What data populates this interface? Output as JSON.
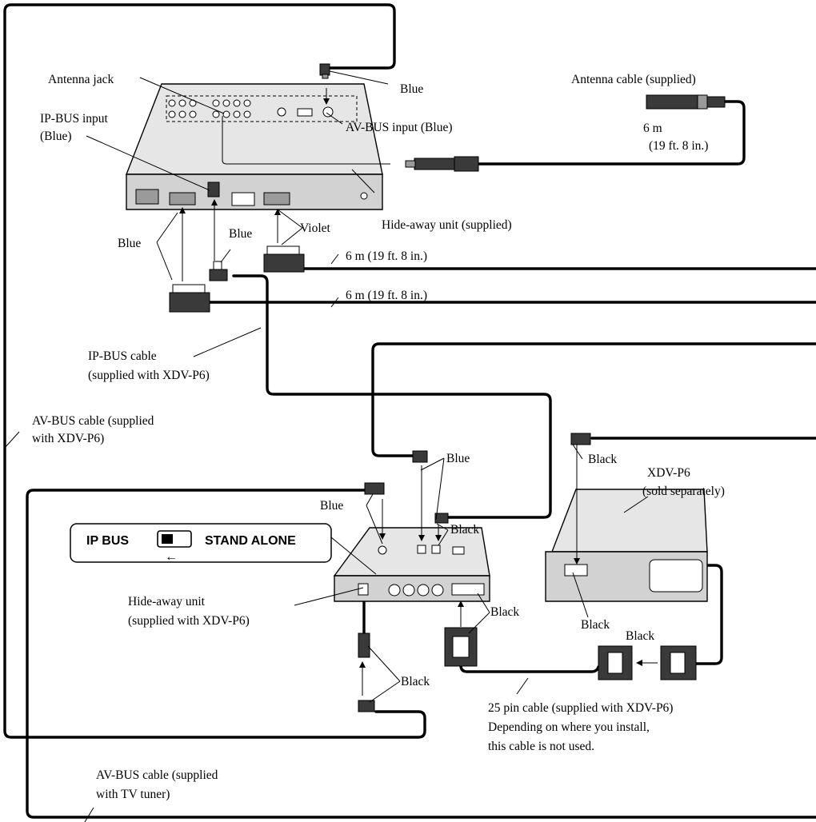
{
  "labels": {
    "antenna_jack": "Antenna jack",
    "blue_top": "Blue",
    "antenna_cable": "Antenna cable (supplied)",
    "ip_bus_input_1": "IP-BUS input",
    "ip_bus_input_2": "(Blue)",
    "av_bus_input": "AV-BUS input (Blue)",
    "antenna_len_1": "6 m",
    "antenna_len_2": "(19 ft. 8 in.)",
    "hideaway_supplied": "Hide-away unit (supplied)",
    "blue_left": "Blue",
    "blue_mid": "Blue",
    "violet": "Violet",
    "len_upper": "6 m (19 ft. 8 in.)",
    "len_lower": "6 m (19 ft. 8 in.)",
    "ipbus_cable_1": "IP-BUS cable",
    "ipbus_cable_2": "(supplied with XDV-P6)",
    "avbus_cable_1": "AV-BUS cable (supplied",
    "avbus_cable_2": "with XDV-P6)",
    "blue_lower": "Blue",
    "black_top_right": "Black",
    "xdv_1": "XDV-P6",
    "xdv_2": "(sold separately)",
    "blue_hide2": "Blue",
    "black_mid": "Black",
    "hideaway2_1": "Hide-away unit",
    "hideaway2_2": "(supplied with XDV-P6)",
    "black_25pin": "Black",
    "black_xdv": "Black",
    "black_adapter": "Black",
    "black_avbus": "Black",
    "pin25_1": "25 pin cable (supplied with XDV-P6)",
    "pin25_2": "Depending on where you install,",
    "pin25_3": "this cable is not used.",
    "avbus_tv_1": "AV-BUS cable (supplied",
    "avbus_tv_2": "with TV tuner)"
  },
  "switch": {
    "left": "IP BUS",
    "right": "STAND ALONE",
    "arrow": "←"
  }
}
